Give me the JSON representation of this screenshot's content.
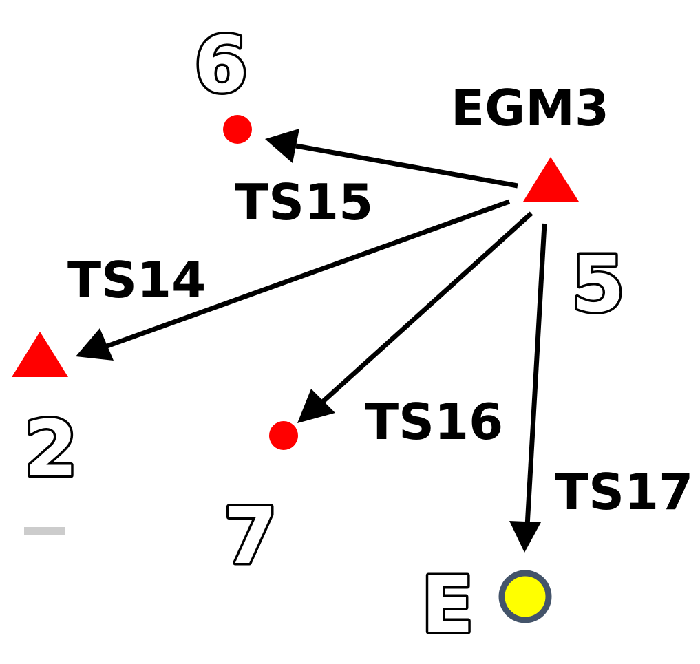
{
  "colors": {
    "point_red": "#ff0000",
    "arrow": "#000000",
    "end_fill": "#ffff00",
    "end_ring": "#44546a",
    "dash_gray": "#cccccc"
  },
  "nodes": {
    "egm3": {
      "label": "EGM3",
      "number": "5",
      "marker": "triangle"
    },
    "n6": {
      "number": "6",
      "marker": "dot"
    },
    "n2": {
      "number": "2",
      "marker": "triangle"
    },
    "n7": {
      "number": "7",
      "marker": "dot"
    },
    "end": {
      "number": "E",
      "marker": "circle"
    }
  },
  "edges": [
    {
      "id": "ts15",
      "label": "TS15",
      "from": "egm3",
      "to": "n6"
    },
    {
      "id": "ts14",
      "label": "TS14",
      "from": "egm3",
      "to": "n2"
    },
    {
      "id": "ts16",
      "label": "TS16",
      "from": "egm3",
      "to": "n7"
    },
    {
      "id": "ts17",
      "label": "TS17",
      "from": "egm3",
      "to": "end"
    }
  ]
}
